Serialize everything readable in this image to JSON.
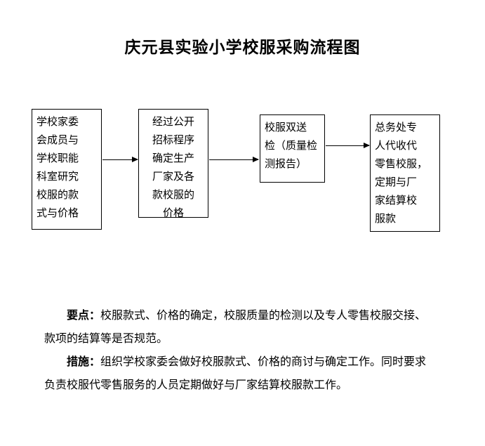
{
  "title": "庆元县实验小学校服采购流程图",
  "flow": {
    "steps": [
      {
        "text": "学校家委\n会成员与\n学校职能\n科室研究\n校服的款\n式与价格"
      },
      {
        "text": "经过公开\n招标程序\n确定生产\n厂家及各\n款校服的\n价格"
      },
      {
        "text": "校服双送\n检（质量检\n测报告）"
      },
      {
        "text": "总务处专\n人代收代\n零售校服，\n定期与厂\n家结算校\n服款"
      }
    ]
  },
  "notes": [
    {
      "label": "要点：",
      "text": "校服款式、价格的确定，校服质量的检测以及专人零售校服交接、款项的结算等是否规范。"
    },
    {
      "label": "措施：",
      "text": "组织学校家委会做好校服款式、价格的商讨与确定工作。同时要求负责校服代零售服务的人员定期做好与厂家结算校服款工作。"
    }
  ],
  "colors": {
    "background": "#ffffff",
    "border": "#000000",
    "text": "#000000"
  }
}
